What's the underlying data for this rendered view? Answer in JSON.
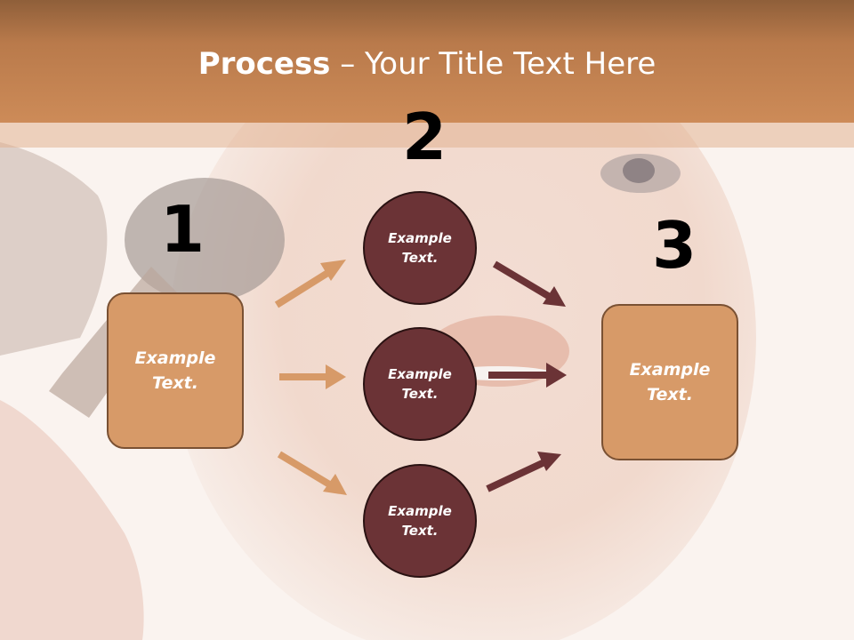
{
  "slide": {
    "title_bold": "Process",
    "title_rest": " – Your Title Text Here",
    "numbers": {
      "n1": "1",
      "n2": "2",
      "n3": "3"
    },
    "left_box": {
      "text": "Example Text."
    },
    "circles": [
      {
        "text": "Example Text."
      },
      {
        "text": "Example Text."
      },
      {
        "text": "Example Text."
      }
    ],
    "right_box": {
      "text": "Example Text."
    }
  },
  "colors": {
    "header": "#cd8b58",
    "box_fill": "#d79a68",
    "circle_fill": "#6b3336",
    "arrow_light": "#d79a68",
    "arrow_dark": "#6b3336"
  }
}
